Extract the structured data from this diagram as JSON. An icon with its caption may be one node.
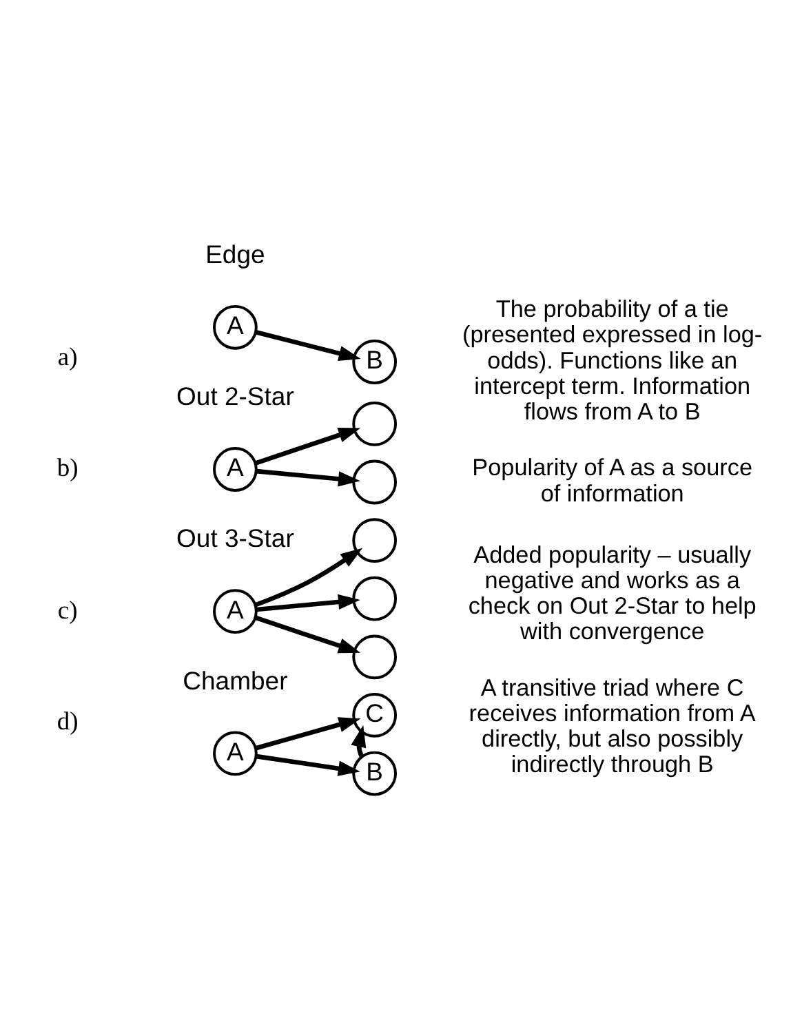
{
  "diagram": {
    "nodes": [
      {
        "text": [
          "A"
        ]
      },
      {
        "text": [
          "B"
        ]
      },
      {
        "text": [
          "A"
        ]
      },
      {
        "text": [],
        "shape": "circle"
      },
      {
        "text": [],
        "shape": "circle"
      },
      {
        "text": [
          "A"
        ]
      },
      {
        "text": [],
        "shape": "circle"
      },
      {
        "text": [],
        "shape": "circle"
      },
      {
        "text": [],
        "shape": "circle"
      },
      {
        "text": [
          "A"
        ]
      },
      {
        "text": [
          "C"
        ]
      },
      {
        "text": [
          "B"
        ]
      }
    ],
    "edges": [
      {
        "from": 0,
        "to": 1,
        "arrow": "to"
      },
      {
        "from": 2,
        "to": 3,
        "arrow": "to"
      },
      {
        "from": 2,
        "to": 4,
        "arrow": "to"
      },
      {
        "from": 5,
        "to": 6,
        "arrow": "to"
      },
      {
        "from": 5,
        "to": 7,
        "arrow": "to"
      },
      {
        "from": 5,
        "to": 8,
        "arrow": "to"
      },
      {
        "from": 9,
        "to": 10,
        "arrow": "to"
      },
      {
        "from": 9,
        "to": 11,
        "arrow": "to"
      },
      {
        "from": 11,
        "to": 10,
        "arrow": "to"
      }
    ],
    "labels": [
      "a)",
      "Edge",
      "The probability of a tie (presented expressed in log-odds). Functions like an intercept term. Information flows from A to B",
      "b)",
      "Out 2-Star",
      "Popularity of A as a source of information",
      "c)",
      "Out 3-Star",
      "Added popularity – usually negative and works as a check on Out 2-Star to help with convergence",
      "d)",
      "Chamber",
      "A transitive triad where C receives information from A directly, but also possibly indirectly through B"
    ]
  }
}
